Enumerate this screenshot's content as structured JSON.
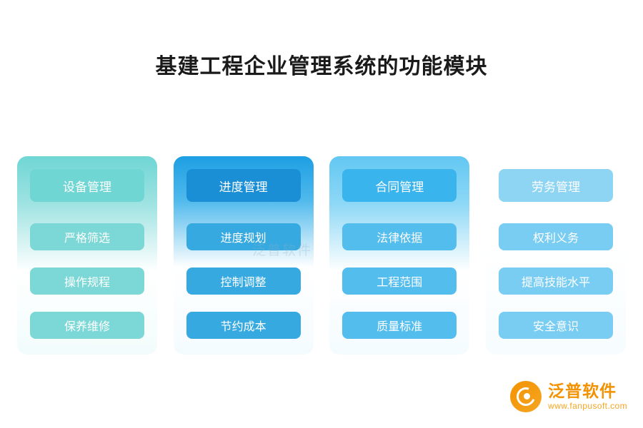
{
  "title": "基建工程企业管理系统的功能模块",
  "watermark": "泛普软件",
  "columns": [
    {
      "header": "设备管理",
      "header_color": "#6fd6d4",
      "item_color": "#7bd8d6",
      "items": [
        "严格筛选",
        "操作规程",
        "保养维修"
      ]
    },
    {
      "header": "进度管理",
      "header_color": "#1a8fd6",
      "item_color": "#36a9e1",
      "items": [
        "进度规划",
        "控制调整",
        "节约成本"
      ]
    },
    {
      "header": "合同管理",
      "header_color": "#3ab4ec",
      "item_color": "#53bdee",
      "items": [
        "法律依据",
        "工程范围",
        "质量标准"
      ]
    },
    {
      "header": "劳务管理",
      "header_color": "#8ed4f3",
      "item_color": "#79cdf2",
      "items": [
        "权利义务",
        "提高技能水平",
        "安全意识"
      ]
    }
  ],
  "logo": {
    "name": "泛普软件",
    "url": "www.fanpusoft.com"
  }
}
